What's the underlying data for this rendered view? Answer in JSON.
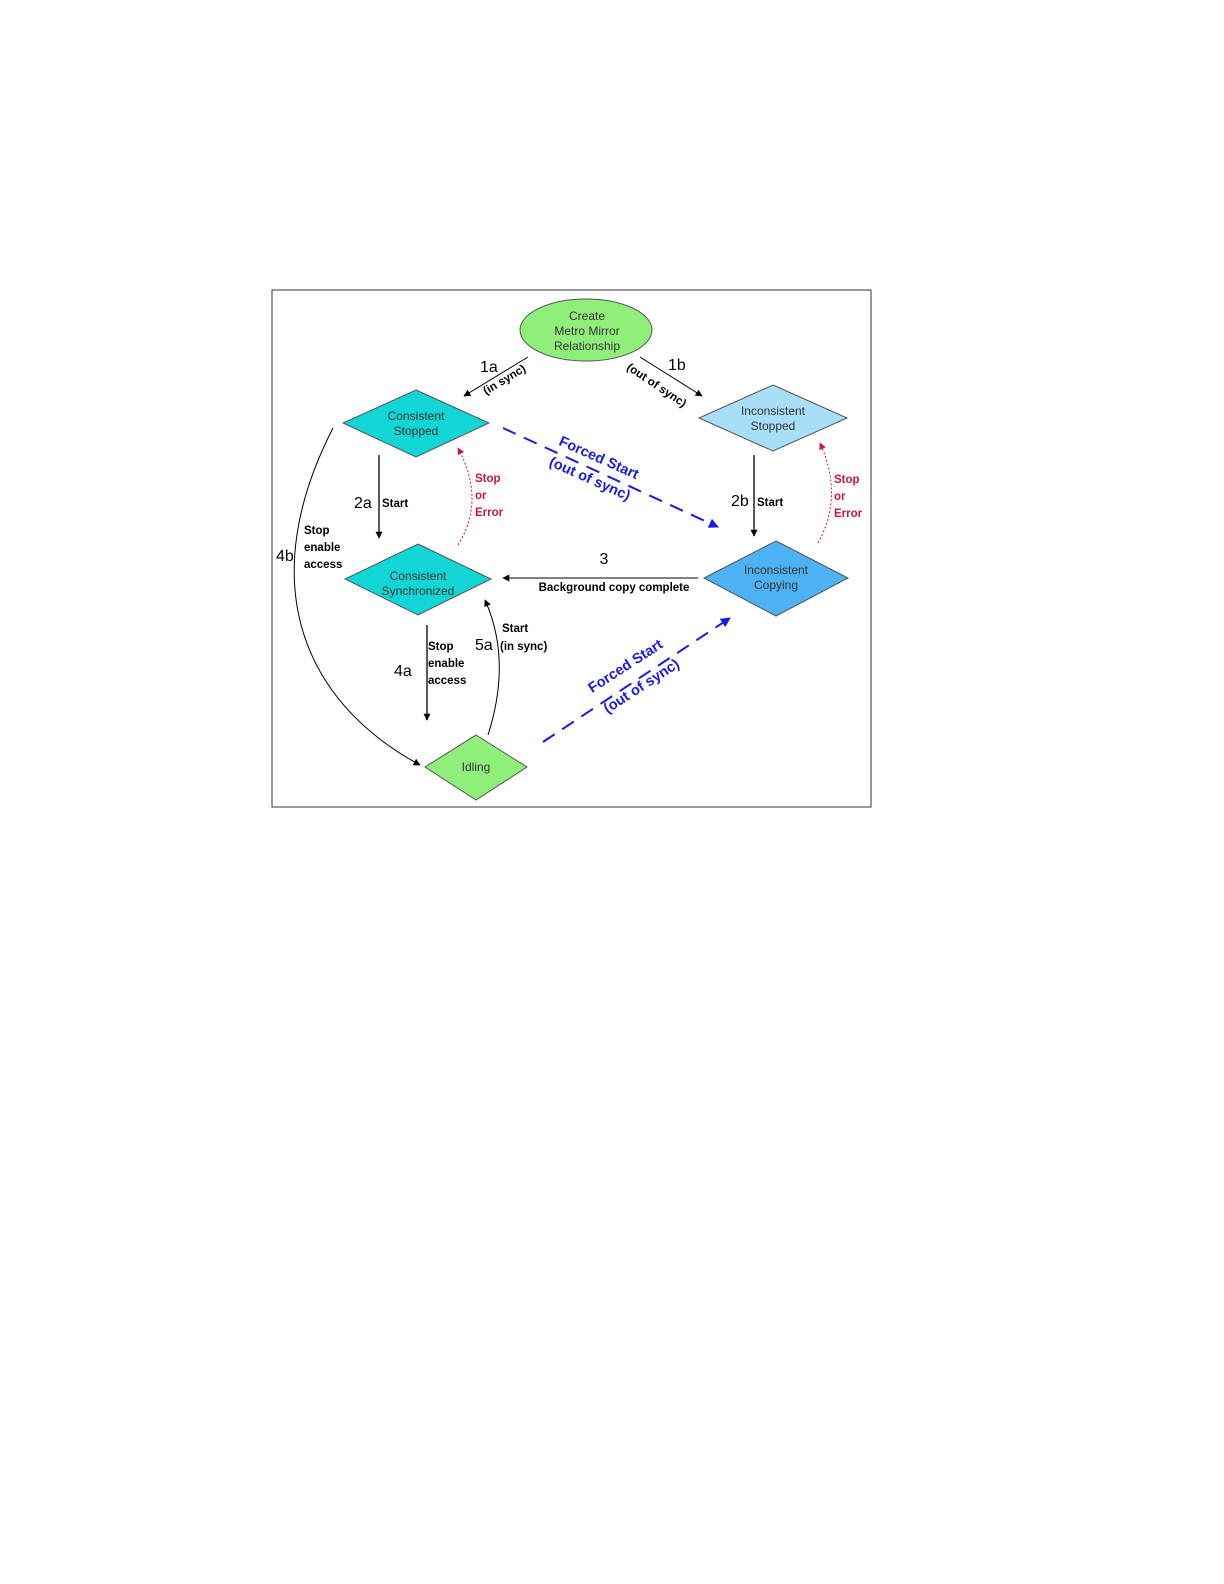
{
  "colors": {
    "node_green": "#90ee7a",
    "node_cyan": "#12d6d6",
    "node_light_blue": "#a8dff6",
    "node_blue": "#4cb2f4",
    "arrow_black": "#000000",
    "arrow_red": "#c8163c",
    "arrow_blue": "#1a1ae0"
  },
  "nodes": {
    "create": [
      "Create",
      "Metro Mirror",
      "Relationship"
    ],
    "consistent_stopped": [
      "Consistent",
      "Stopped"
    ],
    "inconsistent_stopped": [
      "Inconsistent",
      "Stopped"
    ],
    "consistent_synchronized": [
      "Consistent",
      "Synchronized"
    ],
    "inconsistent_copying": [
      "Inconsistent",
      "Copying"
    ],
    "idling": [
      "Idling"
    ]
  },
  "transitions": {
    "t1a": {
      "number": "1a",
      "label": "(in sync)"
    },
    "t1b": {
      "number": "1b",
      "label": "(out of sync)"
    },
    "t2a": {
      "number": "2a",
      "label": "Start"
    },
    "t2b": {
      "number": "2b",
      "label": "Start"
    },
    "t3": {
      "number": "3",
      "label": "Background copy complete"
    },
    "t4a": {
      "number": "4a",
      "label": [
        "Stop",
        "enable",
        "access"
      ]
    },
    "t4b": {
      "number": "4b",
      "label": [
        "Stop",
        "enable",
        "access"
      ]
    },
    "t5a": {
      "number": "5a",
      "label": [
        "Start",
        "(in sync)"
      ]
    },
    "stop_error_left": [
      "Stop",
      "or",
      "Error"
    ],
    "stop_error_right": [
      "Stop",
      "or",
      "Error"
    ],
    "forced_upper": [
      "Forced Start",
      "(out of sync)"
    ],
    "forced_lower": [
      "Forced Start",
      "(out of sync)"
    ]
  }
}
